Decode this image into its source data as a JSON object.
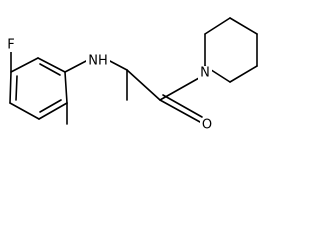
{
  "labels": {
    "fluorine": "F",
    "amine": "NH",
    "amide_nitrogen": "N",
    "carbonyl_oxygen": "O"
  }
}
